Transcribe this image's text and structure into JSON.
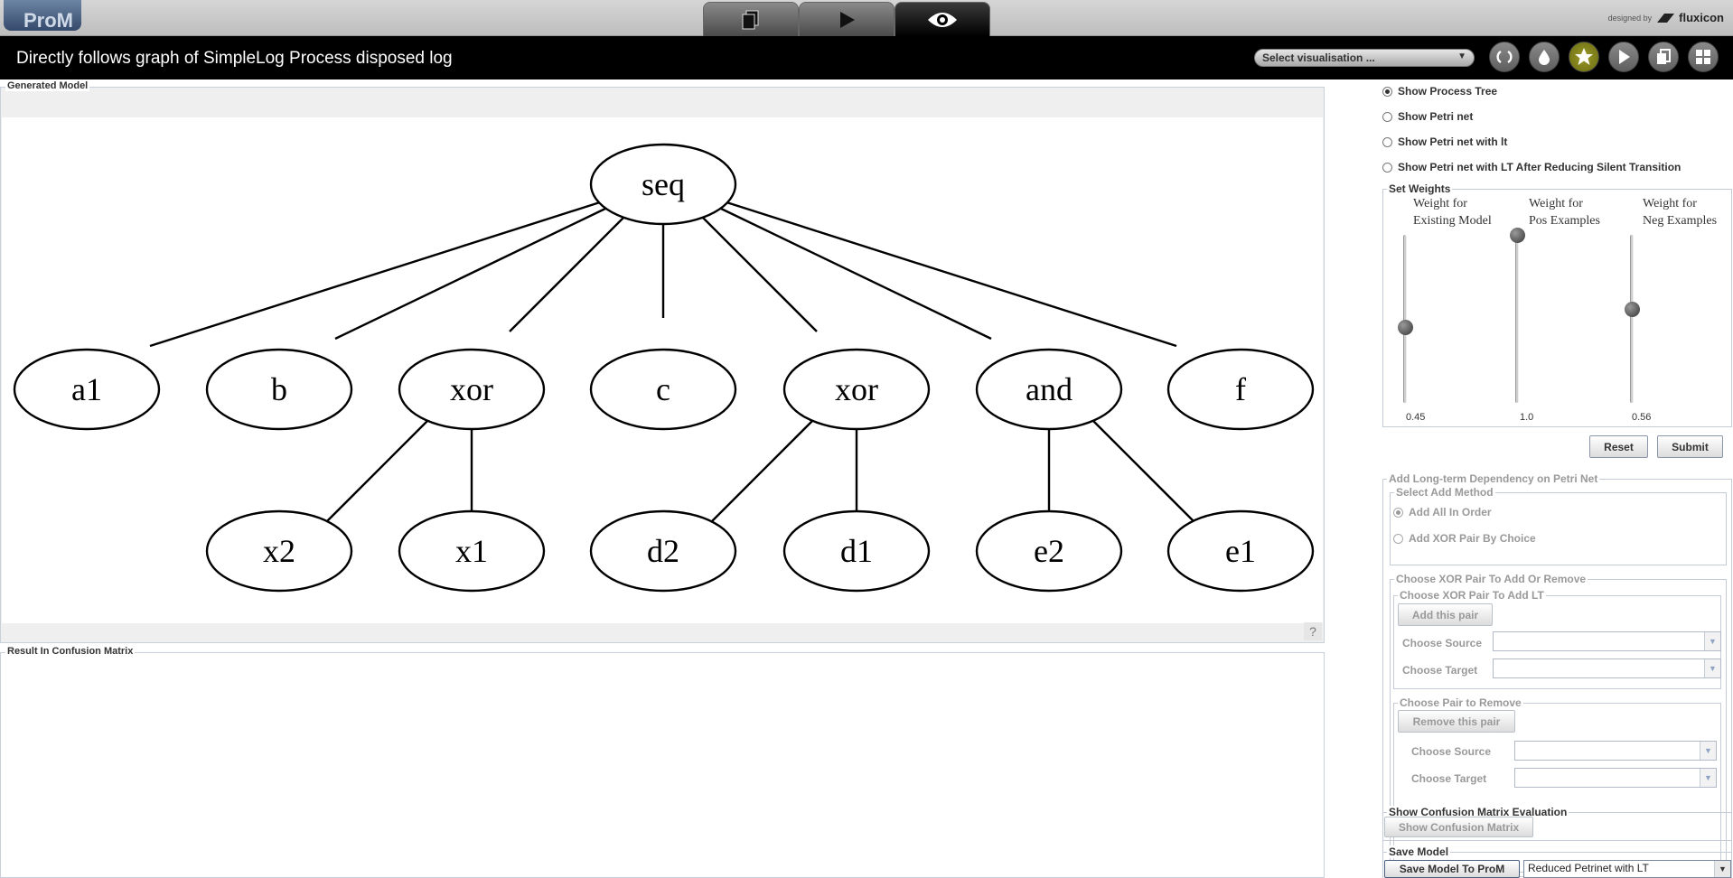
{
  "app": {
    "logo_text": "ProM",
    "brand_small": "designed by",
    "brand_name": "fluxicon"
  },
  "mode_tabs": [
    {
      "name": "workspace",
      "icon": "workspace-icon"
    },
    {
      "name": "actions",
      "icon": "play-icon"
    },
    {
      "name": "views",
      "icon": "eye-icon",
      "active": true
    }
  ],
  "title": "Directly follows graph of SimpleLog Process disposed log",
  "toolbar": {
    "visualisation_select": "Select visualisation ...",
    "buttons": [
      "refresh-icon",
      "drop-icon",
      "star-icon",
      "play-icon",
      "copy-icon",
      "grid-icon"
    ]
  },
  "panels": {
    "generated_model": "Generated Model",
    "confusion_result": "Result In Confusion Matrix",
    "help": "?"
  },
  "tree": {
    "root": "seq",
    "level1": [
      "a1",
      "b",
      "xor",
      "c",
      "xor",
      "and",
      "f"
    ],
    "level2": [
      "x2",
      "x1",
      "d2",
      "d1",
      "e2",
      "e1"
    ]
  },
  "view_options": {
    "selected": 0,
    "items": [
      "Show Process Tree",
      "Show Petri net",
      "Show Petri net with lt",
      "Show Petri net with LT After Reducing Silent Transition"
    ]
  },
  "weights": {
    "title": "Set Weights",
    "sliders": [
      {
        "label_1": "Weight for",
        "label_2": "Existing Model",
        "value": 0.45,
        "value_text": "0.45"
      },
      {
        "label_1": "Weight for",
        "label_2": "Pos Examples",
        "value": 1.0,
        "value_text": "1.0"
      },
      {
        "label_1": "Weight for",
        "label_2": "Neg Examples",
        "value": 0.56,
        "value_text": "0.56"
      }
    ],
    "reset": "Reset",
    "submit": "Submit"
  },
  "long_term": {
    "title": "Add Long-term Dependency on Petri Net",
    "method_title": "Select Add Method",
    "methods": [
      "Add All In Order",
      "Add XOR Pair By Choice"
    ],
    "method_selected": 0,
    "choose_title": "Choose XOR Pair To Add Or Remove",
    "add_title": "Choose XOR Pair To Add LT",
    "add_button": "Add this pair",
    "choose_source": "Choose Source",
    "choose_target": "Choose Target",
    "remove_title": "Choose Pair to Remove",
    "remove_button": "Remove this pair"
  },
  "confusion": {
    "title": "Show Confusion Matrix Evaluation",
    "button": "Show Confusion Matrix"
  },
  "save": {
    "title": "Save Model",
    "button": "Save Model To ProM",
    "format": "Reduced Petrinet with LT"
  }
}
